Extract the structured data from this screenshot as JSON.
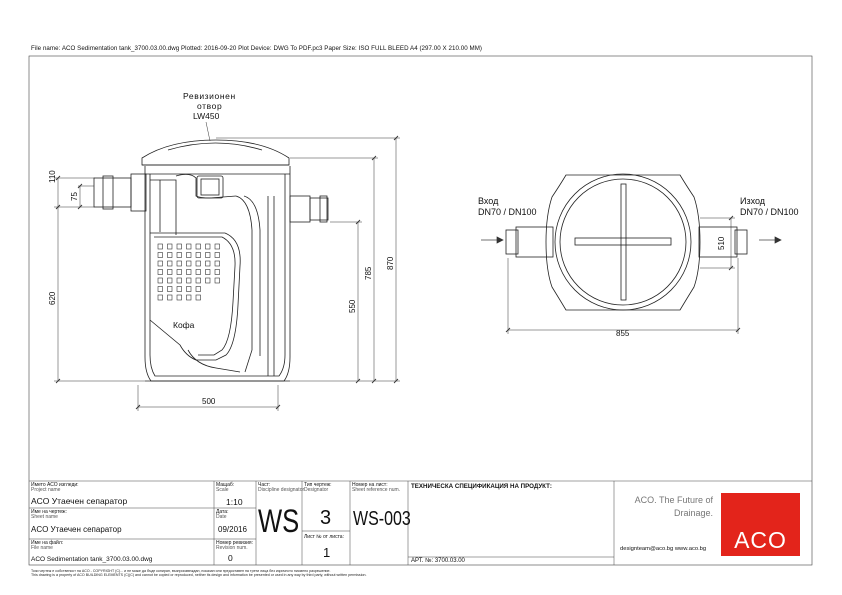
{
  "plot_info": "File name: ACO Sedimentation tank_3700.03.00.dwg    Plotted: 2016-09-20    Plot Device: DWG To PDF.pc3    Paper Size: ISO FULL BLEED A4 (297.00 X 210.00 MM)",
  "drawing": {
    "revision_label_1": "Ревизионен",
    "revision_label_2": "отвор",
    "revision_label_3": "LW450",
    "bucket_label": "Кофа",
    "inlet_label": "Вход",
    "inlet_dn": "DN70 / DN100",
    "outlet_label": "Изход",
    "outlet_dn": "DN70 / DN100",
    "dims": {
      "d110": "110",
      "d75": "75",
      "d620": "620",
      "d550": "550",
      "d785": "785",
      "d870": "870",
      "d500": "500",
      "d510": "510",
      "d855": "855"
    }
  },
  "title_block": {
    "project_name_label": "Името АСО изгледи:",
    "project_name_sub": "Project name",
    "project_name": "ACO Утаечен сепаратор",
    "sheet_name_label": "Име на чертеж:",
    "sheet_name_sub": "Sheet name",
    "sheet_name": "ACO Утаечен сепаратор",
    "file_name_label": "Име на файл:",
    "file_name_sub": "File name",
    "file_name": "ACO Sedimentation tank_3700.03.00.dwg",
    "scale_label": "Мащаб:",
    "scale_sub": "Scale",
    "scale": "1:10",
    "date_label": "Дата:",
    "date_sub": "Date",
    "date": "09/2016",
    "revision_label": "Номер ревизия:",
    "revision_sub": "Revision num.",
    "revision": "0",
    "discipline_label": "Част:",
    "discipline_sub": "Discipline designator",
    "discipline": "WS",
    "designator_label": "Тип чертеж:",
    "designator_sub": "Designator",
    "designator": "3",
    "sheet_no_label": "Лист № от листа:",
    "sheet_no": "1",
    "reference_label": "Номер на лист:",
    "reference_sub": "Sheet reference num.",
    "reference": "WS-003",
    "spec_title": "ТЕХНИЧЕСКА СПЕЦИФИКАЦИЯ НА ПРОДУКТ:",
    "article": "АРТ. №: 3700.03.00"
  },
  "aco": {
    "tag_1": "ACO. The Future of",
    "tag_2": "Drainage.",
    "logo": "ACO",
    "contact": "designteam@aco.bg  www.aco.bg",
    "brand_color": "#e3241b"
  },
  "disclaimer_1": "Този чертеж е собственост на ACO - COPYRIGHT (C)... и не може да бъде копиран, възпроизвеждан, показан или предоставен на трети лица без изричното писмено разрешение.",
  "disclaimer_2": "This drawing is a property of ACO BUILDING ELEMENTS (C)(C) and cannot be copied or reproduced, neither its design and information be presented or used in any way by third party, without written permission."
}
